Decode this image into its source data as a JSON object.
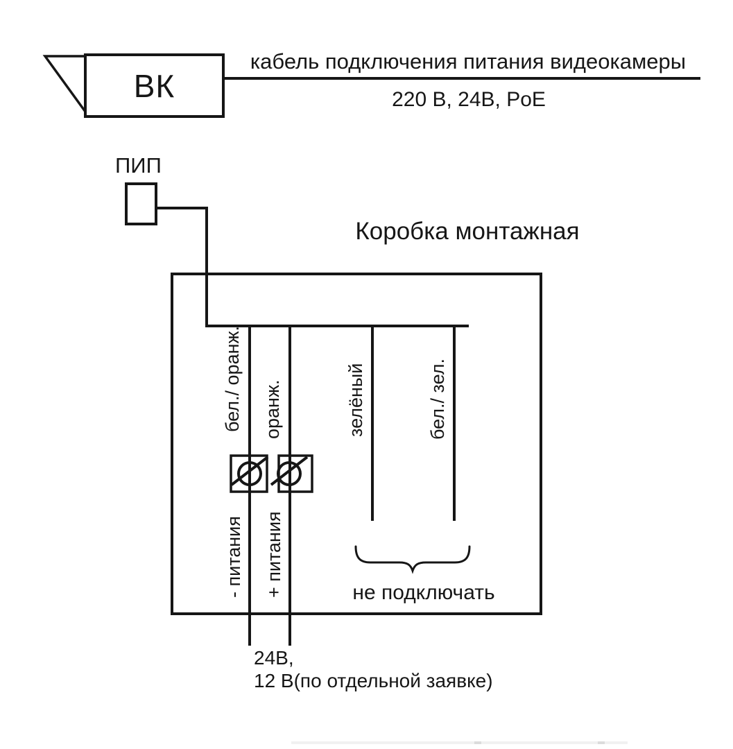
{
  "colors": {
    "ink": "#161616",
    "background": "#ffffff",
    "artifact": "#dcdcdc"
  },
  "camera": {
    "label": "ВК"
  },
  "cable": {
    "title": "кабель подключения питания видеокамеры",
    "subtitle": "220 В, 24В, PoE"
  },
  "pip": {
    "label": "ПИП"
  },
  "junction_box": {
    "title": "Коробка монтажная"
  },
  "wires": [
    {
      "color_label": "бел./ оранж.",
      "terminal_label": "- питания"
    },
    {
      "color_label": "оранж.",
      "terminal_label": "+ питания"
    },
    {
      "color_label": "зелёный"
    },
    {
      "color_label": "бел./ зел."
    }
  ],
  "annotations": {
    "do_not_connect": "не подключать",
    "power_note_line1": "24В,",
    "power_note_line2": "12 В(по отдельной заявке)"
  }
}
